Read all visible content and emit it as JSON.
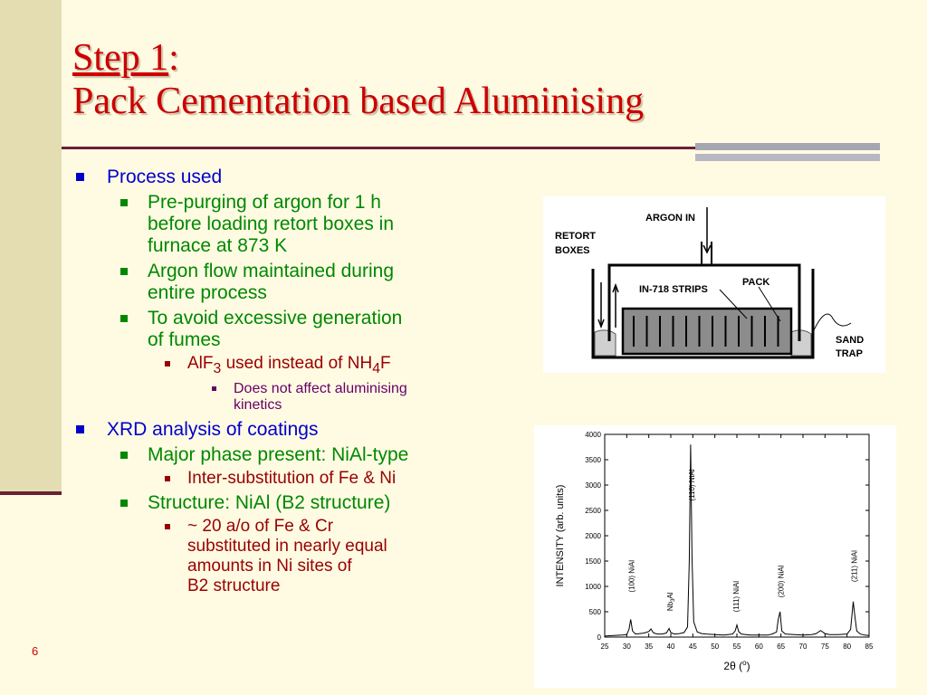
{
  "title": {
    "line1": "Step 1",
    "colon": ":",
    "line2": "Pack Cementation based Aluminising"
  },
  "bullets": {
    "b0": "Process used",
    "b1a": "Pre-purging of argon for 1 h",
    "b1b": "before loading retort boxes in",
    "b1c": "furnace at 873 K",
    "b2a": "Argon flow maintained during",
    "b2b": "entire process",
    "b3a": "To avoid excessive generation",
    "b3b": "of fumes",
    "b4_alf": "AlF",
    "b4_sub3": "3",
    "b4_mid": " used instead of NH",
    "b4_sub4": "4",
    "b4_end": "F",
    "b5a": "Does not affect aluminising",
    "b5b": "kinetics",
    "b6": "XRD analysis of coatings",
    "b7": "Major phase present: NiAl-type",
    "b8": "Inter-substitution of Fe & Ni",
    "b9": "Structure: NiAl (B2 structure)",
    "b10a": "~ 20 a/o of Fe & Cr",
    "b10b": "substituted in nearly equal",
    "b10c": "amounts in Ni sites of",
    "b10d": "B2 structure"
  },
  "diagram": {
    "argon_in": "ARGON IN",
    "retort": "RETORT",
    "boxes": "BOXES",
    "strips": "IN-718 STRIPS",
    "pack": "PACK",
    "sand": "SAND",
    "trap": "TRAP"
  },
  "slide_number": "6",
  "colors": {
    "title": "#cc0000",
    "level1": "#0000cc",
    "level2": "#008800",
    "level3": "#990000",
    "level4": "#660066"
  },
  "chart_data": {
    "type": "line",
    "xlabel_main": "2θ (",
    "xlabel_deg": "o",
    "xlabel_close": ")",
    "ylabel": "INTENSITY (arb. units)",
    "xlim": [
      25,
      85
    ],
    "ylim": [
      0,
      4000
    ],
    "xticks": [
      25,
      30,
      35,
      40,
      45,
      50,
      55,
      60,
      65,
      70,
      75,
      80,
      85
    ],
    "yticks": [
      0,
      500,
      1000,
      1500,
      2000,
      2500,
      3000,
      3500,
      4000
    ],
    "x": [
      25,
      27,
      29,
      30,
      30.5,
      30.9,
      31.3,
      32,
      33,
      34,
      35,
      35.5,
      36,
      36.5,
      37,
      38,
      39,
      39.6,
      40,
      40.5,
      41,
      42,
      43,
      43.8,
      44.2,
      44.5,
      44.8,
      45.2,
      46,
      47,
      48,
      50,
      52,
      53,
      54,
      54.6,
      55,
      55.4,
      56,
      57,
      58,
      60,
      62,
      63,
      64,
      64.4,
      64.8,
      65.2,
      66,
      68,
      70,
      72,
      73,
      74,
      75,
      76,
      78,
      80,
      80.8,
      81.4,
      81.8,
      82.2,
      83,
      84,
      85
    ],
    "y": [
      20,
      30,
      40,
      50,
      150,
      350,
      120,
      60,
      70,
      80,
      110,
      160,
      90,
      70,
      60,
      60,
      80,
      170,
      90,
      70,
      60,
      70,
      90,
      200,
      1500,
      3800,
      1600,
      300,
      100,
      70,
      60,
      50,
      40,
      50,
      60,
      120,
      240,
      110,
      60,
      50,
      40,
      40,
      40,
      60,
      100,
      350,
      500,
      120,
      60,
      50,
      40,
      50,
      70,
      130,
      70,
      50,
      50,
      60,
      150,
      700,
      400,
      120,
      60,
      40,
      30
    ],
    "peaks": [
      {
        "x": 30.9,
        "label": "(100) NiAl",
        "label_y": 1200
      },
      {
        "x": 39.6,
        "label": "Nb",
        "sub": "3",
        "label2": "Al",
        "label_y": 700
      },
      {
        "x": 44.5,
        "label": "(110) NiAl",
        "label_y": 3000
      },
      {
        "x": 54.6,
        "label": "(111) NiAl",
        "label_y": 800
      },
      {
        "x": 64.8,
        "label": "(200) NiAl",
        "label_y": 1100
      },
      {
        "x": 81.4,
        "label": "(211) NiAl",
        "label_y": 1400
      }
    ]
  }
}
